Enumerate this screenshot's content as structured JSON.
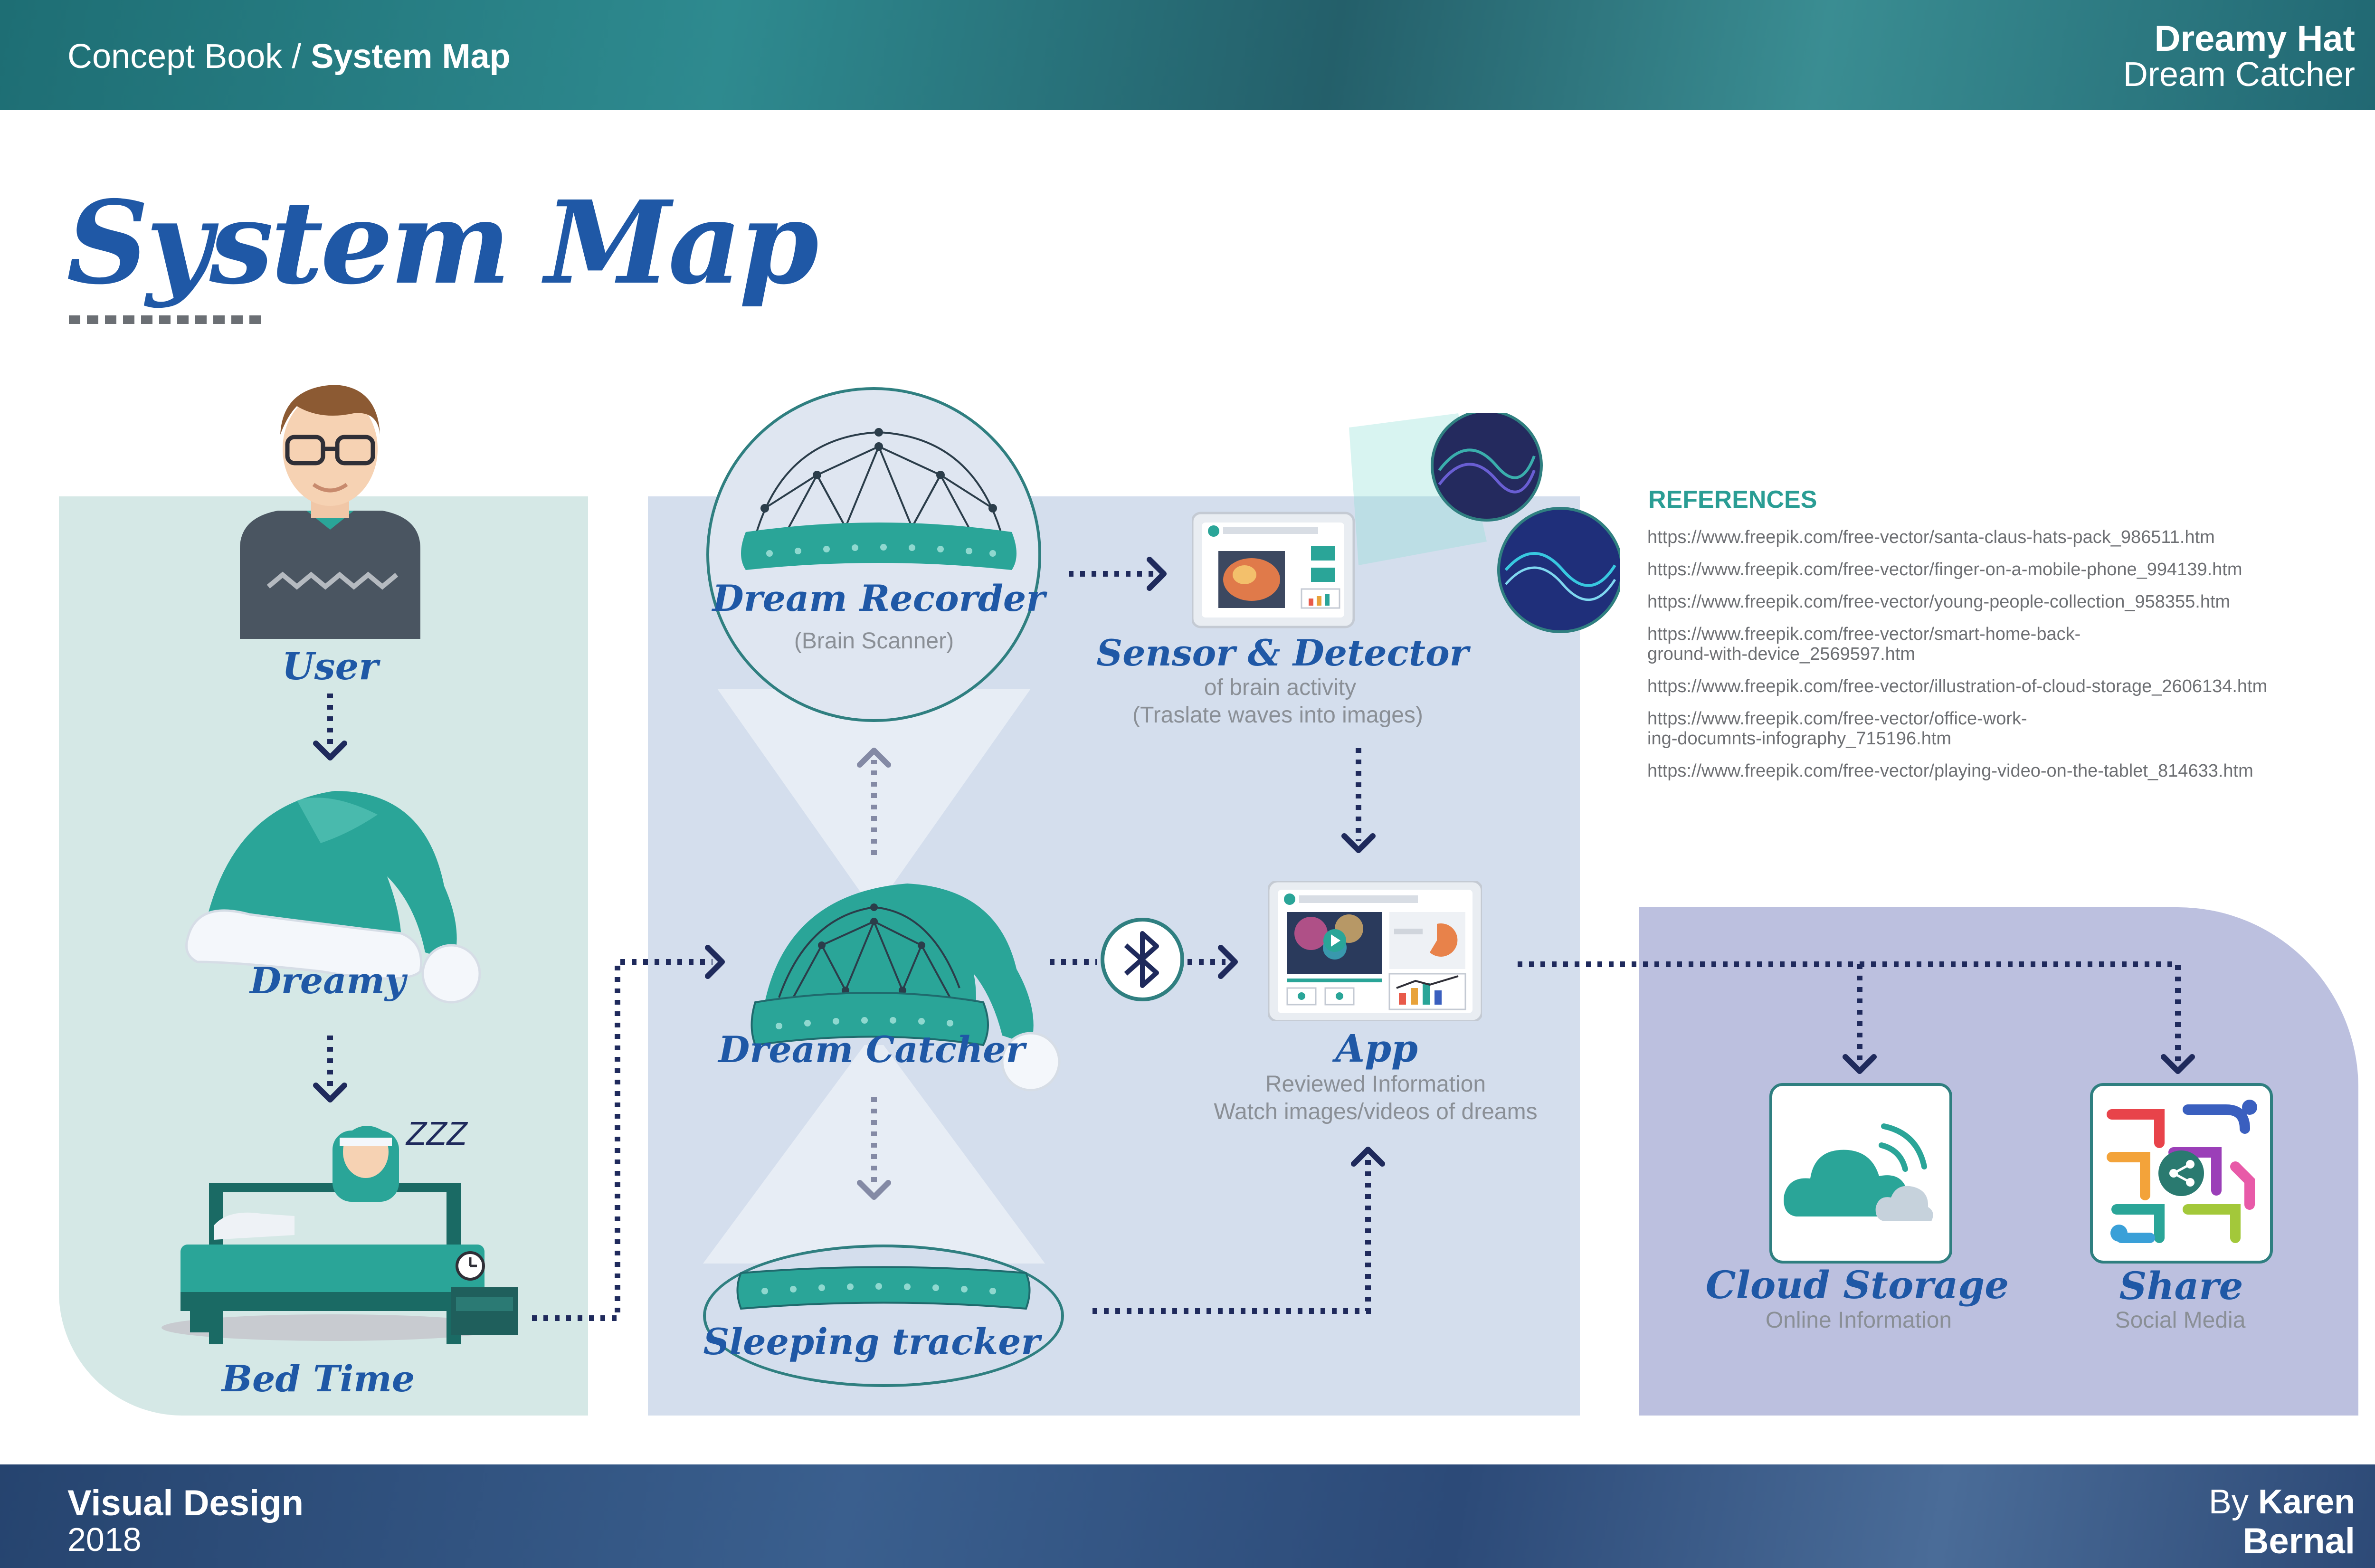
{
  "header": {
    "breadcrumb_prefix": "Concept Book /",
    "breadcrumb_current": "System Map",
    "brand_title": "Dreamy Hat",
    "brand_subtitle": "Dream Catcher"
  },
  "page": {
    "title": "System Map"
  },
  "nodes": {
    "user": {
      "label": "User"
    },
    "dreamy": {
      "label": "Dreamy"
    },
    "bedtime": {
      "label": "Bed Time"
    },
    "dream_recorder": {
      "label": "Dream Recorder",
      "sub": "(Brain Scanner)"
    },
    "dream_catcher": {
      "label": "Dream Catcher"
    },
    "sleeping_tracker": {
      "label": "Sleeping tracker"
    },
    "sensor": {
      "label": "Sensor & Detector",
      "sub1": "of brain activity",
      "sub2": "(Traslate waves into images)"
    },
    "app": {
      "label": "App",
      "sub1": "Reviewed Information",
      "sub2": "Watch images/videos of dreams"
    },
    "cloud": {
      "label": "Cloud Storage",
      "sub": "Online Information"
    },
    "share": {
      "label": "Share",
      "sub": "Social Media"
    }
  },
  "references": {
    "heading": "REFERENCES",
    "items": [
      "https://www.freepik.com/free-vector/santa-claus-hats-pack_986511.htm",
      "https://www.freepik.com/free-vector/finger-on-a-mobile-phone_994139.htm",
      "https://www.freepik.com/free-vector/young-people-collection_958355.htm",
      "https://www.freepik.com/free-vector/smart-home-back-\nground-with-device_2569597.htm",
      "https://www.freepik.com/free-vector/illustration-of-cloud-storage_2606134.htm",
      "https://www.freepik.com/free-vector/office-work-\ning-documnts-infography_715196.htm",
      "https://www.freepik.com/free-vector/playing-video-on-the-tablet_814633.htm"
    ]
  },
  "footer": {
    "course": "Visual Design",
    "year": "2018",
    "by": "By",
    "author_first": "Karen",
    "author_last": "Bernal"
  },
  "icons": {
    "bluetooth": "bluetooth-icon",
    "cloud": "cloud-icon",
    "share": "share-icon",
    "alarm": "alarm-clock-icon"
  },
  "colors": {
    "teal": "#2a9d94",
    "dark_teal": "#1f6a6d",
    "script_blue": "#1f58a6",
    "navy_arrow": "#1f2a5c",
    "panel_left": "#d5e8e6",
    "panel_mid": "#d4deed",
    "panel_right": "#bcc0df"
  }
}
